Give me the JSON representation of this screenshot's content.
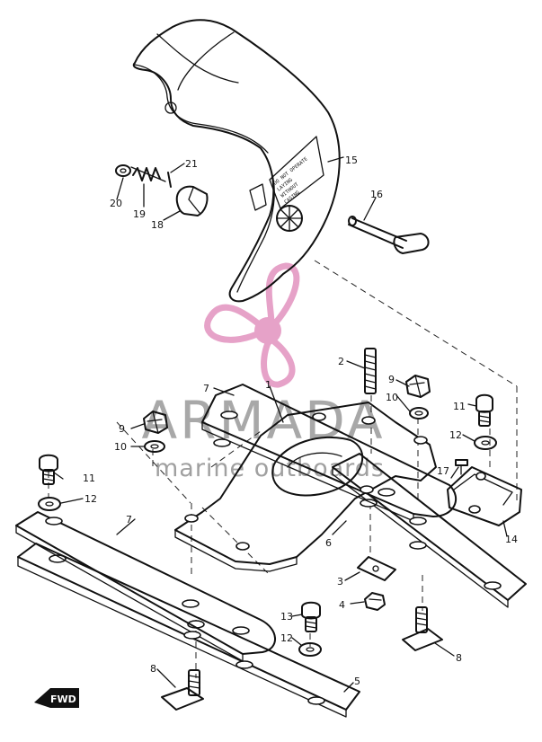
{
  "watermark": {
    "title": "ARMADA",
    "subtitle": "marine outboards",
    "logo_color": "#e6a2c8",
    "text_color": "#a8a8a8"
  },
  "cover": {
    "label_lines": [
      "DO NOT OPERATE",
      "LAYING",
      "WITHOUT",
      "CASING"
    ]
  },
  "forward_marker": "FWD",
  "callouts": [
    {
      "id": "c1",
      "text": "1"
    },
    {
      "id": "c2",
      "text": "2"
    },
    {
      "id": "c3",
      "text": "3"
    },
    {
      "id": "c4",
      "text": "4"
    },
    {
      "id": "c5",
      "text": "5"
    },
    {
      "id": "c6",
      "text": "6"
    },
    {
      "id": "c7a",
      "text": "7"
    },
    {
      "id": "c7b",
      "text": "7"
    },
    {
      "id": "c8a",
      "text": "8"
    },
    {
      "id": "c8b",
      "text": "8"
    },
    {
      "id": "c9a",
      "text": "9"
    },
    {
      "id": "c9b",
      "text": "9"
    },
    {
      "id": "c10a",
      "text": "10"
    },
    {
      "id": "c10b",
      "text": "10"
    },
    {
      "id": "c11a",
      "text": "11"
    },
    {
      "id": "c11b",
      "text": "11"
    },
    {
      "id": "c12a",
      "text": "12"
    },
    {
      "id": "c12b",
      "text": "12"
    },
    {
      "id": "c12c",
      "text": "12"
    },
    {
      "id": "c13",
      "text": "13"
    },
    {
      "id": "c14",
      "text": "14"
    },
    {
      "id": "c15",
      "text": "15"
    },
    {
      "id": "c16",
      "text": "16"
    },
    {
      "id": "c17",
      "text": "17"
    },
    {
      "id": "c18",
      "text": "18"
    },
    {
      "id": "c19",
      "text": "19"
    },
    {
      "id": "c20",
      "text": "20"
    },
    {
      "id": "c21",
      "text": "21"
    }
  ]
}
